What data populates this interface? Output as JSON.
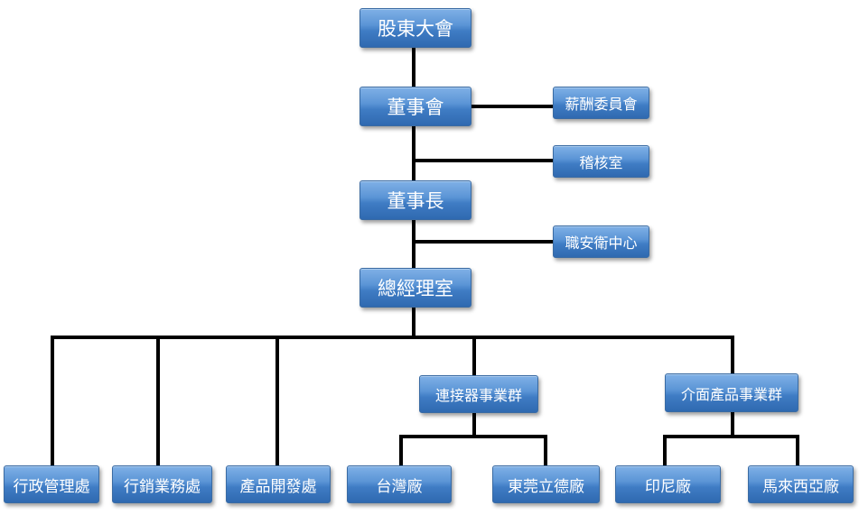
{
  "org_chart": {
    "shareholders_meeting": "股東大會",
    "board_of_directors": "董事會",
    "compensation_committee": "薪酬委員會",
    "audit_office": "稽核室",
    "chairman": "董事長",
    "safety_health_center": "職安衛中心",
    "president_office": "總經理室",
    "admin_dept": "行政管理處",
    "sales_dept": "行銷業務處",
    "product_dev_dept": "產品開發處",
    "connector_bg": "連接器事業群",
    "interface_bg": "介面產品事業群",
    "taiwan_plant": "台灣廠",
    "dongguan_plant": "東莞立德廠",
    "indonesia_plant": "印尼廠",
    "malaysia_plant": "馬來西亞廠"
  }
}
